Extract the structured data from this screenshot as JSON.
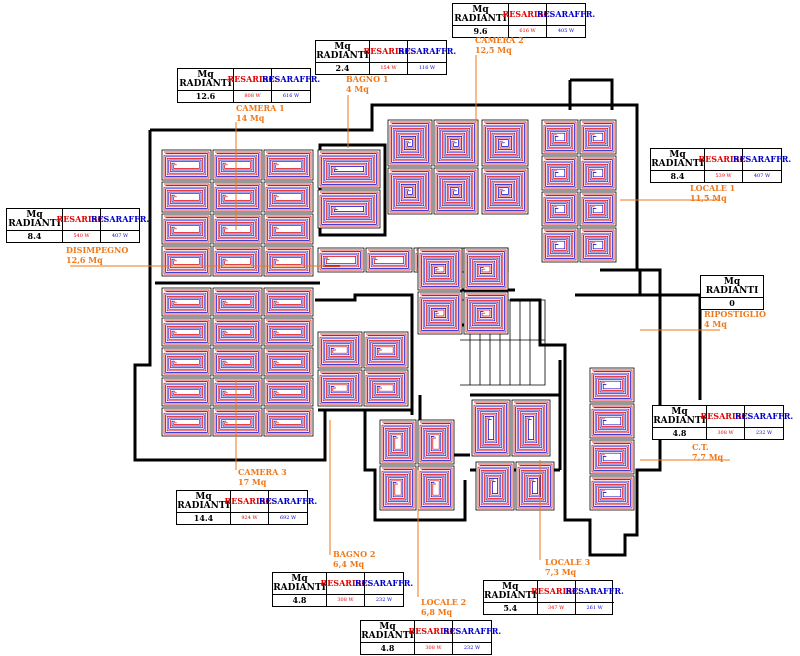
{
  "headers": {
    "mq": "Mq RADIANTI",
    "risc": [
      "RESA",
      "RISC."
    ],
    "raffr": [
      "RESA",
      "RAFFR."
    ]
  },
  "colors": {
    "heating": "#e00000",
    "cooling": "#0000cc",
    "label": "#f07818",
    "wall": "#000000"
  },
  "tables": {
    "camera2": {
      "mq": "9.6",
      "risc": "616 W",
      "raffr": "405 W"
    },
    "bagno1": {
      "mq": "2.4",
      "risc": "154 W",
      "raffr": "116 W"
    },
    "camera1": {
      "mq": "12.6",
      "risc": "808 W",
      "raffr": "616 W"
    },
    "locale1": {
      "mq": "8.4",
      "risc": "539 W",
      "raffr": "407 W"
    },
    "disimpegno": {
      "mq": "8.4",
      "risc": "540 W",
      "raffr": "407 W"
    },
    "ripostiglio": {
      "mq": "0"
    },
    "ct": {
      "mq": "4.8",
      "risc": "308 W",
      "raffr": "232 W"
    },
    "camera3": {
      "mq": "14.4",
      "risc": "924 W",
      "raffr": "692 W"
    },
    "bagno2": {
      "mq": "4.8",
      "risc": "308 W",
      "raffr": "232 W"
    },
    "locale3": {
      "mq": "5.4",
      "risc": "347 W",
      "raffr": "261 W"
    },
    "locale2": {
      "mq": "4.8",
      "risc": "308 W",
      "raffr": "232 W"
    }
  },
  "rooms": {
    "camera2": {
      "name": "CAMERA 2",
      "area": "12,5 Mq"
    },
    "bagno1": {
      "name": "BAGNO 1",
      "area": "4 Mq"
    },
    "camera1": {
      "name": "CAMERA 1",
      "area": "14 Mq"
    },
    "locale1": {
      "name": "LOCALE 1",
      "area": "11,5 Mq"
    },
    "disimpegno": {
      "name": "DISIMPEGNO",
      "area": "12,6 Mq"
    },
    "ripostiglio": {
      "name": "RIPOSTIGLIO",
      "area": "4 Mq"
    },
    "ct": {
      "name": "C.T.",
      "area": "7,7 Mq"
    },
    "camera3": {
      "name": "CAMERA 3",
      "area": "17 Mq"
    },
    "bagno2": {
      "name": "BAGNO 2",
      "area": "6,4 Mq"
    },
    "locale3": {
      "name": "LOCALE 3",
      "area": "7,3 Mq"
    },
    "locale2": {
      "name": "LOCALE 2",
      "area": "6,8 Mq"
    }
  }
}
